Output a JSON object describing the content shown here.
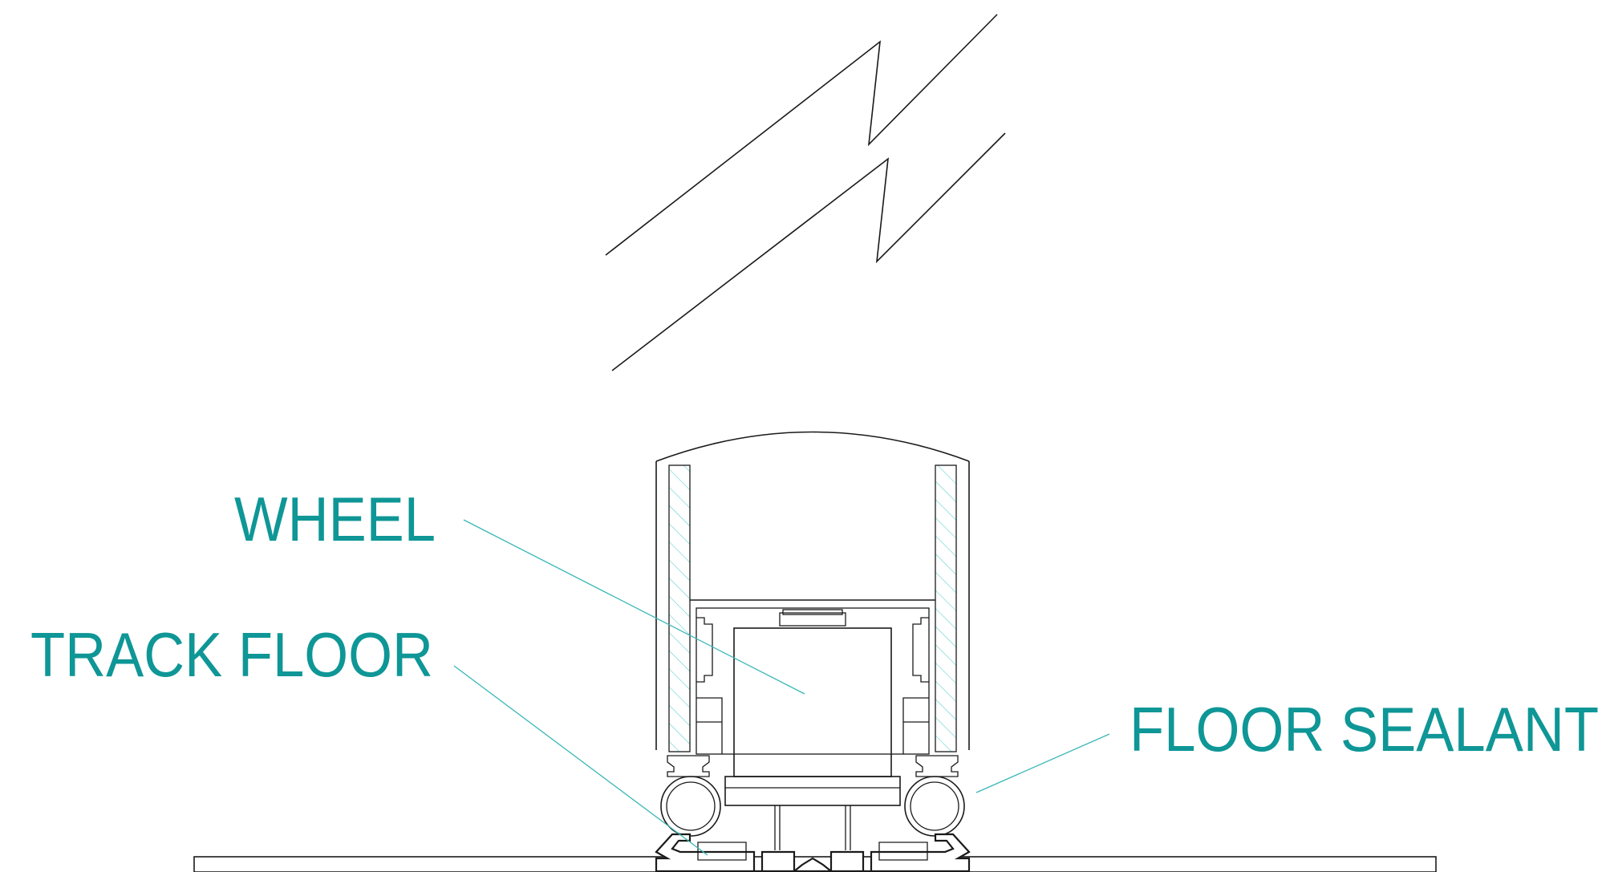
{
  "labels": {
    "wheel": "WHEEL",
    "track_floor": "TRACK FLOOR",
    "floor_sealant": "FLOOR SEALANT"
  },
  "colors": {
    "label": "#0f9696",
    "leader": "#3bb7b7",
    "hatch": "#55cccc",
    "outline": "#1a1a1a",
    "background": "#ffffff"
  }
}
